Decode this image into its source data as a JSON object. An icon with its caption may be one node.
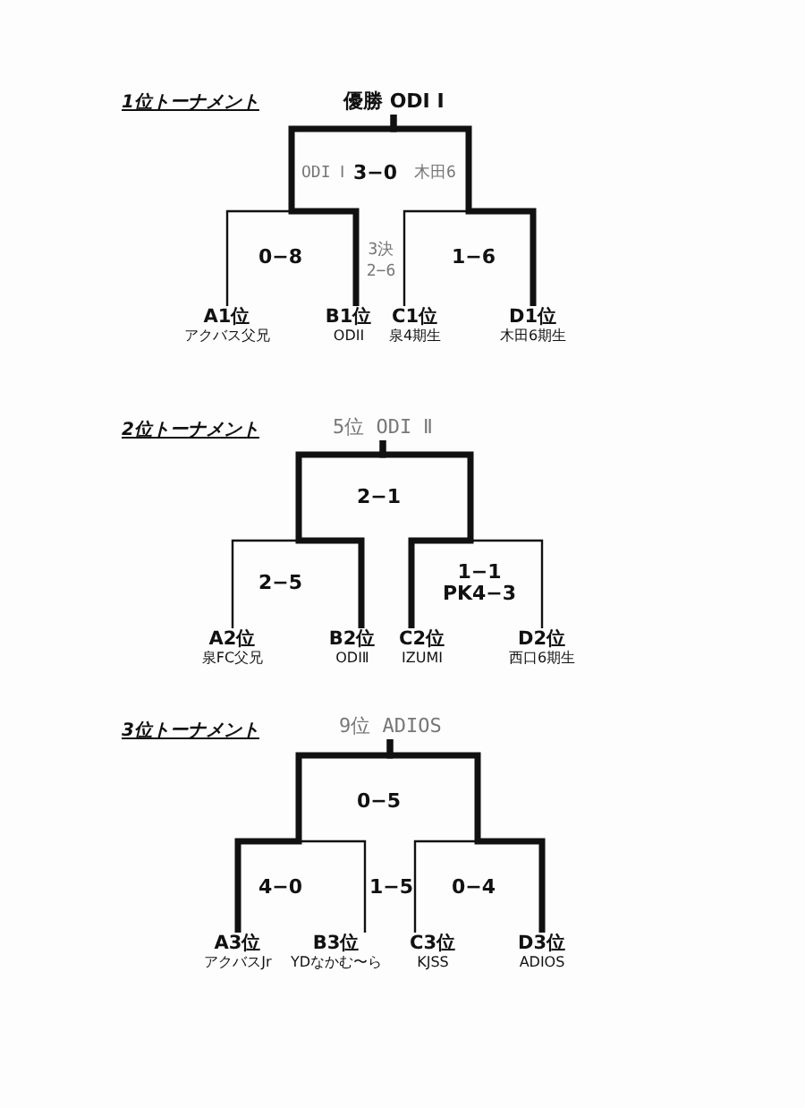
{
  "diagram": {
    "nodes": [
      {
        "text": [
          "優勝 ODI Ⅰ"
        ]
      },
      {
        "text": [
          "A1位",
          "アクバス父兄"
        ]
      },
      {
        "text": [
          "B1位",
          "ODIⅠ"
        ]
      },
      {
        "text": [
          "C1位",
          "泉4期生"
        ]
      },
      {
        "text": [
          "D1位",
          "木田6期生"
        ]
      },
      {
        "text": [
          "5位 ODI Ⅱ"
        ]
      },
      {
        "text": [
          "A2位",
          "泉FC父兄"
        ]
      },
      {
        "text": [
          "B2位",
          "ODIⅡ"
        ]
      },
      {
        "text": [
          "C2位",
          "IZUMI"
        ]
      },
      {
        "text": [
          "D2位",
          "西口6期生"
        ]
      },
      {
        "text": [
          "9位 ADIOS"
        ]
      },
      {
        "text": [
          "A3位",
          "アクバスJr"
        ]
      },
      {
        "text": [
          "B3位",
          "YDなかむ〜ら"
        ]
      },
      {
        "text": [
          "C3位",
          "KJSS"
        ]
      },
      {
        "text": [
          "D3位",
          "ADIOS"
        ]
      }
    ],
    "edges": [
      {
        "from": 1,
        "to": 0,
        "arrow": "none"
      },
      {
        "from": 2,
        "to": 0,
        "arrow": "none",
        "style": "thick"
      },
      {
        "from": 3,
        "to": 0,
        "arrow": "none"
      },
      {
        "from": 4,
        "to": 0,
        "arrow": "none",
        "style": "thick"
      },
      {
        "from": 6,
        "to": 5,
        "arrow": "none"
      },
      {
        "from": 7,
        "to": 5,
        "arrow": "none",
        "style": "thick"
      },
      {
        "from": 8,
        "to": 5,
        "arrow": "none",
        "style": "thick"
      },
      {
        "from": 9,
        "to": 5,
        "arrow": "none"
      },
      {
        "from": 11,
        "to": 10,
        "arrow": "none",
        "style": "thick"
      },
      {
        "from": 12,
        "to": 10,
        "arrow": "none"
      },
      {
        "from": 13,
        "to": 10,
        "arrow": "none"
      },
      {
        "from": 14,
        "to": 10,
        "arrow": "none",
        "style": "thick"
      }
    ],
    "labels": [
      "1位トーナメント",
      "ODI Ⅰ",
      "3−0",
      "木田6",
      "0−8",
      "3決 2−6",
      "1−6",
      "2位トーナメント",
      "2−1",
      "2−5",
      "1−1 PK4−3",
      "3位トーナメント",
      "0−5",
      "4−0",
      "1−5",
      "0−4"
    ]
  }
}
